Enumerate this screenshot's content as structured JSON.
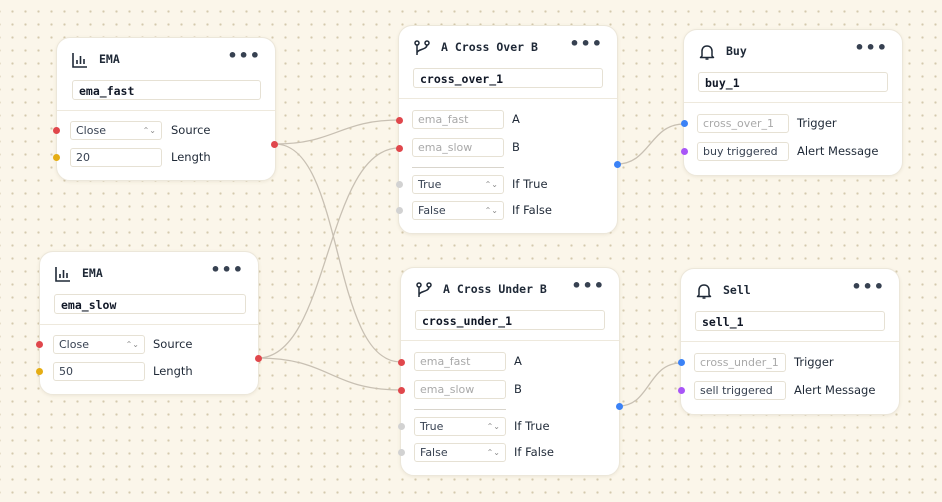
{
  "colors": {
    "canvas": "#fbf6ea",
    "wire": "#c8c0b3",
    "port_data": "#e0474c",
    "port_number": "#e5ad13",
    "port_signal": "#3b82f6",
    "port_message": "#a855f7",
    "port_unused": "#d2d2d2"
  },
  "nodes": {
    "ema_fast": {
      "title": "EMA",
      "icon": "bar-chart-icon",
      "name": "ema_fast",
      "source_value": "Close",
      "source_label": "Source",
      "length_value": "20",
      "length_label": "Length"
    },
    "ema_slow": {
      "title": "EMA",
      "icon": "bar-chart-icon",
      "name": "ema_slow",
      "source_value": "Close",
      "source_label": "Source",
      "length_value": "50",
      "length_label": "Length"
    },
    "cross_over": {
      "title": "A Cross Over B",
      "icon": "branch-icon",
      "name": "cross_over_1",
      "a_value": "ema_fast",
      "a_label": "A",
      "b_value": "ema_slow",
      "b_label": "B",
      "true_value": "True",
      "true_label": "If True",
      "false_value": "False",
      "false_label": "If False"
    },
    "cross_under": {
      "title": "A Cross Under B",
      "icon": "branch-icon",
      "name": "cross_under_1",
      "a_value": "ema_fast",
      "a_label": "A",
      "b_value": "ema_slow",
      "b_label": "B",
      "true_value": "True",
      "true_label": "If True",
      "false_value": "False",
      "false_label": "If False"
    },
    "buy": {
      "title": "Buy",
      "icon": "bell-icon",
      "name": "buy_1",
      "trigger_value": "cross_over_1",
      "trigger_label": "Trigger",
      "message_value": "buy triggered",
      "message_label": "Alert Message"
    },
    "sell": {
      "title": "Sell",
      "icon": "bell-icon",
      "name": "sell_1",
      "trigger_value": "cross_under_1",
      "trigger_label": "Trigger",
      "message_value": "sell triggered",
      "message_label": "Alert Message"
    }
  },
  "menu_glyph": "•••",
  "select_arrow": "⌃⌄"
}
